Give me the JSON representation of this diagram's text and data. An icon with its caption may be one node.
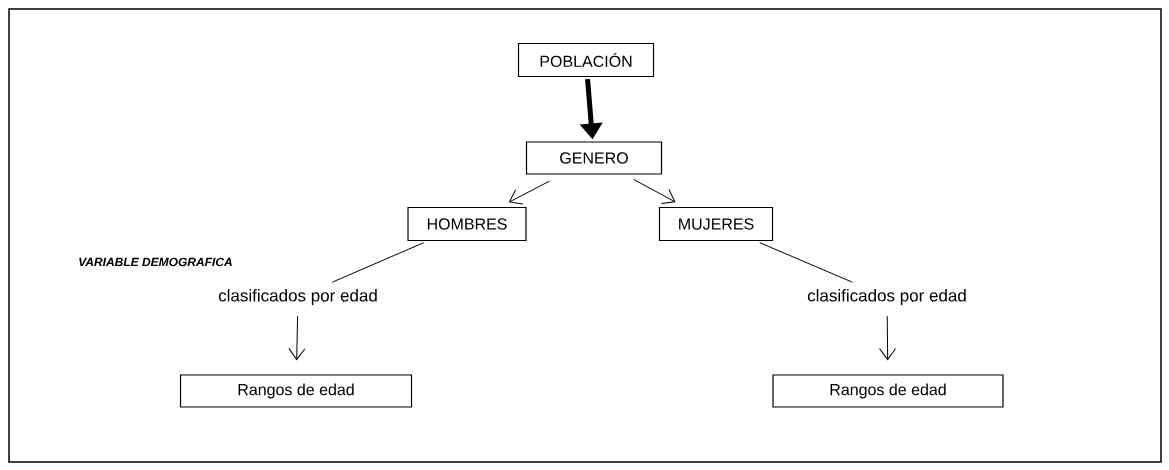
{
  "diagram": {
    "nodes": [
      {
        "text": [
          "POBLACIÓN"
        ]
      },
      {
        "text": [
          "GENERO"
        ]
      },
      {
        "text": [
          "HOMBRES"
        ]
      },
      {
        "text": [
          "MUJERES"
        ]
      },
      {
        "text": [
          "clasificados por edad"
        ]
      },
      {
        "text": [
          "clasificados por edad"
        ]
      },
      {
        "text": [
          "Rangos de edad"
        ]
      },
      {
        "text": [
          "Rangos de edad"
        ]
      }
    ],
    "edges": [
      {
        "from": 0,
        "to": 1,
        "arrow": "to",
        "style": "thick"
      },
      {
        "from": 1,
        "to": 2,
        "arrow": "to"
      },
      {
        "from": 1,
        "to": 3,
        "arrow": "to"
      },
      {
        "from": 2,
        "to": 4,
        "arrow": "none"
      },
      {
        "from": 3,
        "to": 5,
        "arrow": "none"
      },
      {
        "from": 4,
        "to": 6,
        "arrow": "to"
      },
      {
        "from": 5,
        "to": 7,
        "arrow": "to"
      }
    ],
    "labels": [
      "VARIABLE DEMOGRAFICA"
    ]
  }
}
